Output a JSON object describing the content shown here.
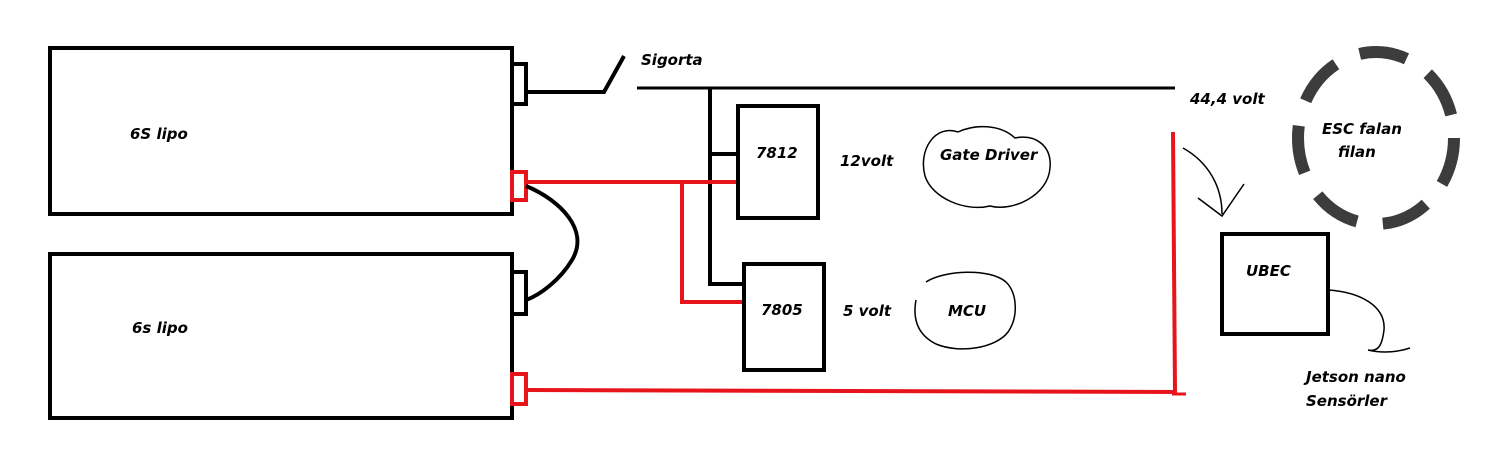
{
  "colors": {
    "wire_black": "#000000",
    "wire_red": "#e8141c",
    "esc_outline": "#3c3c3c",
    "background": "#ffffff"
  },
  "batteries": {
    "top_label": "6S lipo",
    "bottom_label": "6s lipo"
  },
  "fuse_label": "Sigorta",
  "main_voltage": "44,4 volt",
  "regulators": {
    "r12": {
      "label": "7812",
      "voltage": "12volt",
      "load": "Gate Driver"
    },
    "r5": {
      "label": "7805",
      "voltage": "5 volt",
      "load": "MCU"
    }
  },
  "esc": {
    "line1": "ESC falan",
    "line2": "filan"
  },
  "ubec": {
    "label": "UBEC"
  },
  "outputs": {
    "line1": "Jetson nano",
    "line2": "Sensörler"
  }
}
